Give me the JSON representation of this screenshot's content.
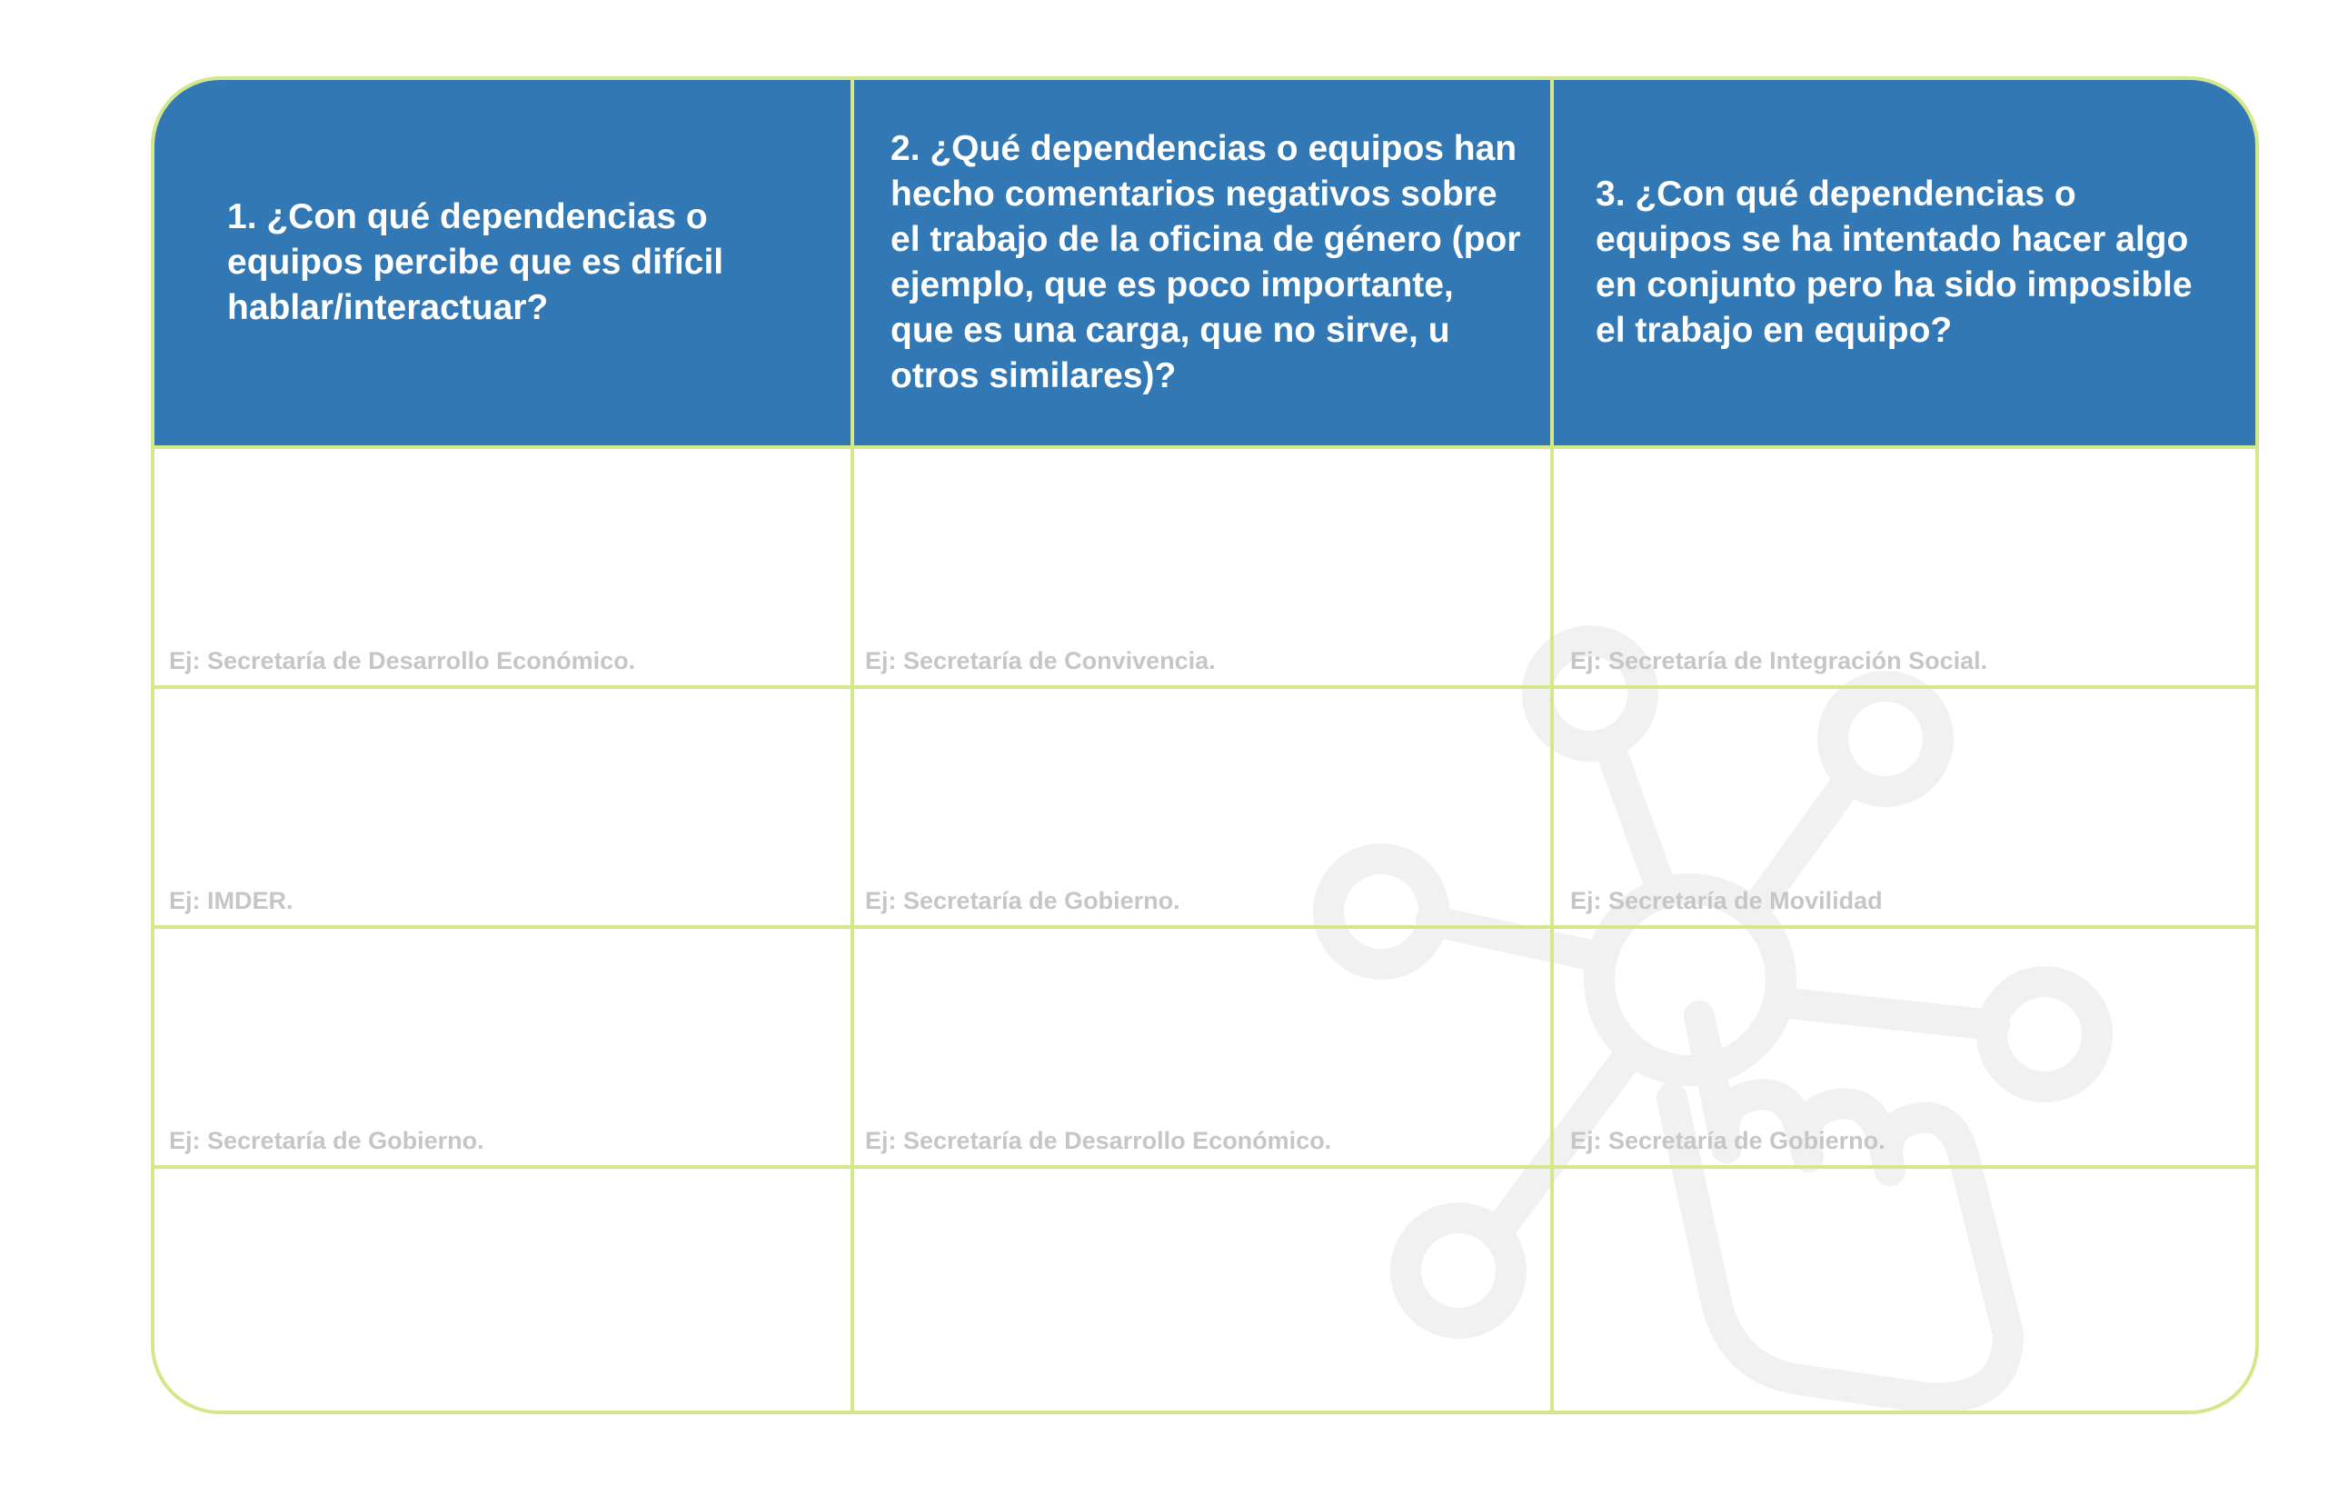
{
  "table": {
    "headers": [
      "1. ¿Con qué dependencias o equipos percibe que es difícil hablar/interactuar?",
      "2. ¿Qué dependencias o equipos han hecho comentarios negativos sobre el trabajo de la oficina de género (por ejemplo, que es poco importante, que es una carga, que no sirve, u otros similares)?",
      "3. ¿Con qué dependencias o equipos se ha intentado hacer algo en conjunto pero ha sido imposible el trabajo en equipo?"
    ],
    "rows": [
      [
        "Ej: Secretaría de Desarrollo Económico.",
        "Ej: Secretaría de Convivencia.",
        "Ej: Secretaría de Integración Social."
      ],
      [
        "Ej: IMDER.",
        "Ej: Secretaría de Gobierno.",
        "Ej: Secretaría de Movilidad"
      ],
      [
        "Ej: Secretaría de Gobierno.",
        "Ej: Secretaría de Desarrollo Económico.",
        "Ej: Secretaría de Gobierno."
      ],
      [
        "",
        "",
        ""
      ]
    ]
  },
  "colors": {
    "header_background": "#3178b5",
    "header_text": "#ffffff",
    "border": "#d4e789",
    "example_text": "#c6c6c6",
    "watermark": "#f1f1f1"
  },
  "icons": {
    "watermark": "network-hand-icon"
  }
}
